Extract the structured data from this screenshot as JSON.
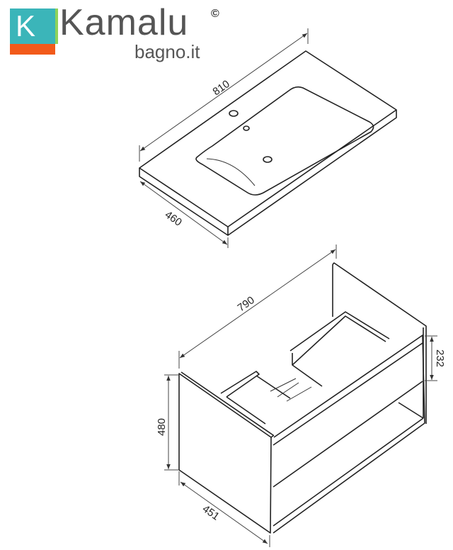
{
  "logo": {
    "letter": "K",
    "brand": "Kamalu",
    "sub": "bagno.it",
    "copyright": "©",
    "colors": {
      "teal": "#3bb5b9",
      "green": "#8fd35a",
      "orange": "#f25a1a",
      "text": "#555555"
    }
  },
  "dimensions": {
    "sink_width": "810",
    "sink_depth": "460",
    "cabinet_width": "790",
    "cabinet_height": "480",
    "cabinet_depth": "451",
    "drawer_height": "232"
  }
}
